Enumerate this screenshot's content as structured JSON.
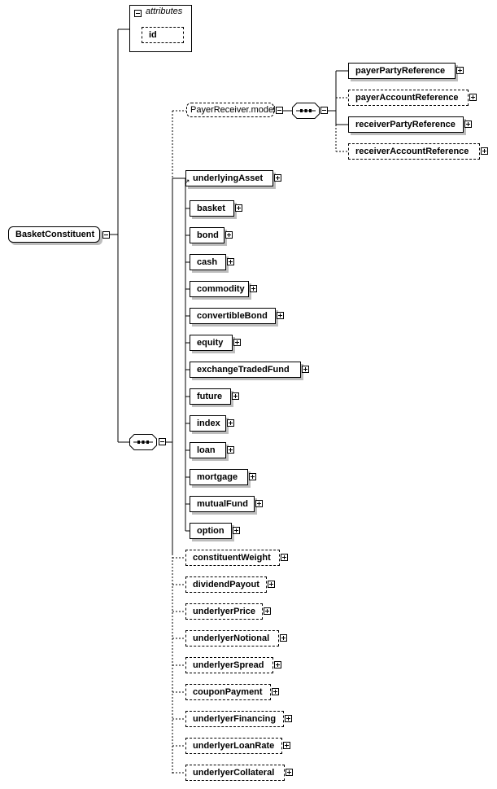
{
  "attributes": {
    "title": "attributes",
    "items": [
      "id"
    ]
  },
  "root": {
    "label": "BasketConstituent"
  },
  "model_group": {
    "label": "PayerReceiver.model"
  },
  "payer_receiver_elements": [
    {
      "label": "payerPartyReference",
      "optional": false
    },
    {
      "label": "payerAccountReference",
      "optional": true
    },
    {
      "label": "receiverPartyReference",
      "optional": false
    },
    {
      "label": "receiverAccountReference",
      "optional": true
    }
  ],
  "underlying_asset": {
    "label": "underlyingAsset"
  },
  "substitution_elements": [
    "basket",
    "bond",
    "cash",
    "commodity",
    "convertibleBond",
    "equity",
    "exchangeTradedFund",
    "future",
    "index",
    "loan",
    "mortgage",
    "mutualFund",
    "option"
  ],
  "optional_elements": [
    "constituentWeight",
    "dividendPayout",
    "underlyerPrice",
    "underlyerNotional",
    "underlyerSpread",
    "couponPayment",
    "underlyerFinancing",
    "underlyerLoanRate",
    "underlyerCollateral"
  ]
}
